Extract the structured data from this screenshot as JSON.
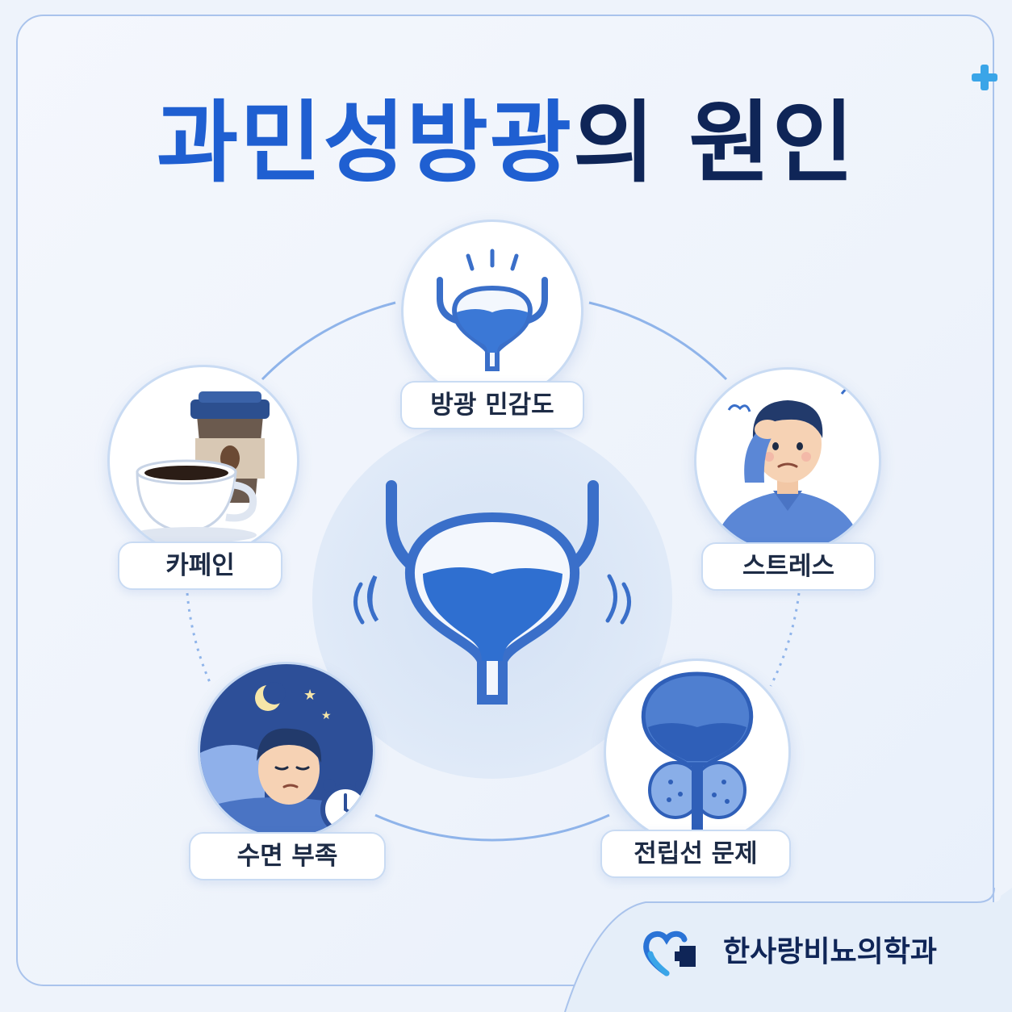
{
  "title": {
    "highlight": "과민성방광",
    "rest": "의 원인"
  },
  "causes": [
    {
      "label": "방광 민감도",
      "icon": "bladder-icon"
    },
    {
      "label": "스트레스",
      "icon": "stressed-man-icon"
    },
    {
      "label": "전립선 문제",
      "icon": "prostate-icon"
    },
    {
      "label": "수면 부족",
      "icon": "sleeping-man-icon"
    },
    {
      "label": "카페인",
      "icon": "coffee-icon"
    }
  ],
  "center": {
    "icon": "bladder-icon"
  },
  "brand": {
    "name": "한사랑비뇨의학과",
    "icon": "heart-cross-logo-icon"
  },
  "colors": {
    "primary": "#1f5fd1",
    "dark": "#0f2557",
    "accent": "#3aa5e8",
    "background": "#eef3fb"
  }
}
